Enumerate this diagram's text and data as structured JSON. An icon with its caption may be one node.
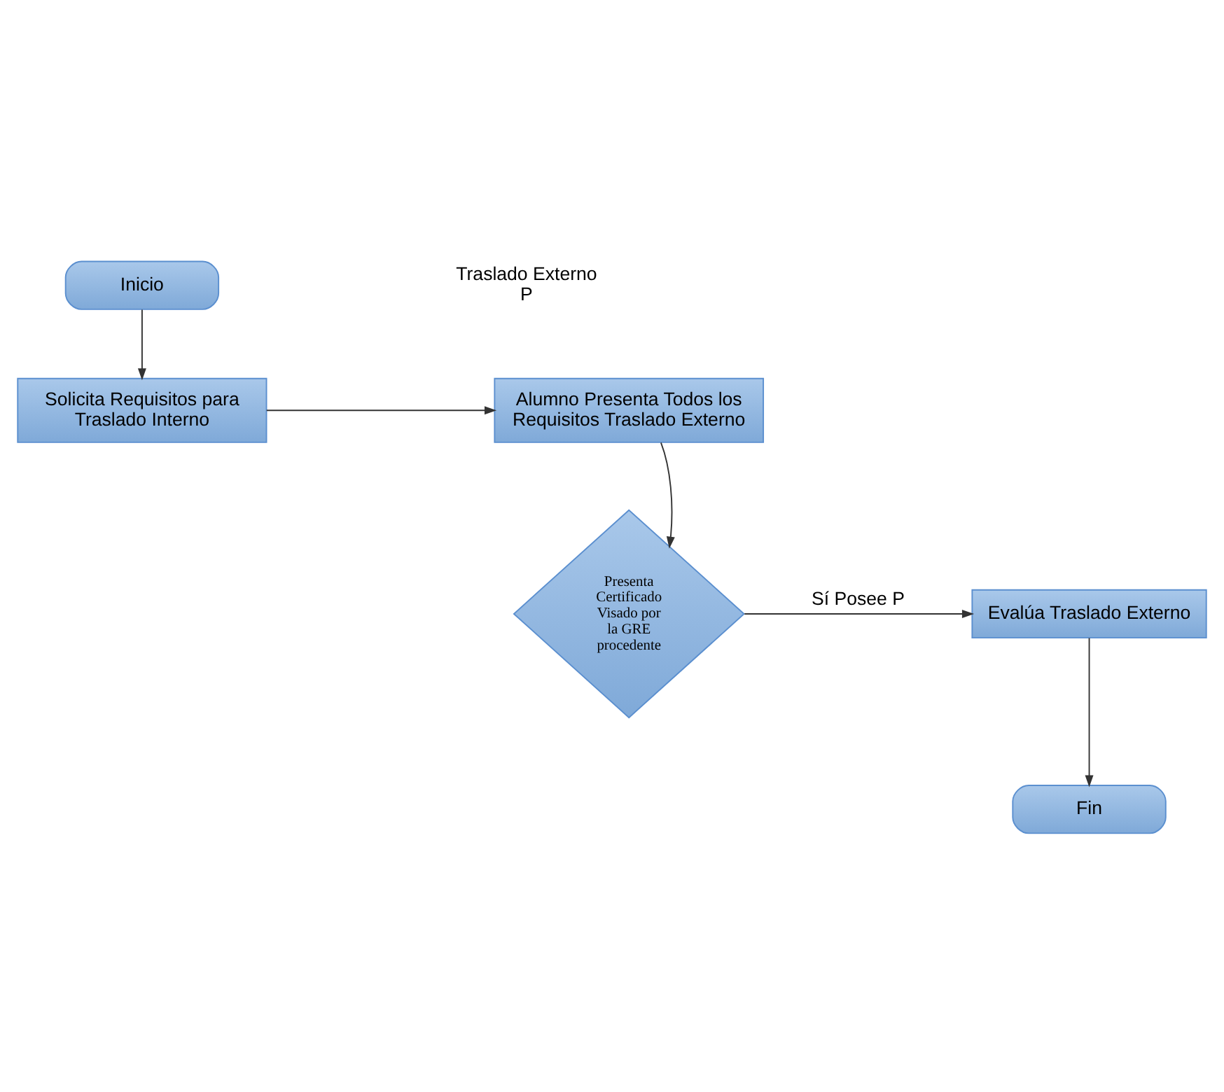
{
  "diagram": {
    "nodes": [
      {
        "text": [
          "Inicio"
        ]
      },
      {
        "text": [
          "Solicita Requisitos para Traslado Interno"
        ]
      },
      {
        "text": [
          "Alumno Presenta Todos los Requisitos Traslado Externo"
        ]
      },
      {
        "text": [
          "Presenta Certificado Visado por la GRE procedente"
        ]
      },
      {
        "text": [
          "Evalúa Traslado Externo"
        ]
      },
      {
        "text": [
          "Fin"
        ]
      }
    ],
    "edges": [
      {
        "from": 0,
        "to": 1,
        "arrow": "to"
      },
      {
        "from": 1,
        "to": 2,
        "arrow": "to"
      },
      {
        "from": 2,
        "to": 3,
        "arrow": "to"
      },
      {
        "from": 3,
        "to": 4,
        "arrow": "to",
        "label": "Sí Posee P"
      },
      {
        "from": 4,
        "to": 5,
        "arrow": "to"
      }
    ],
    "labels": [
      "Traslado Externo P"
    ]
  }
}
